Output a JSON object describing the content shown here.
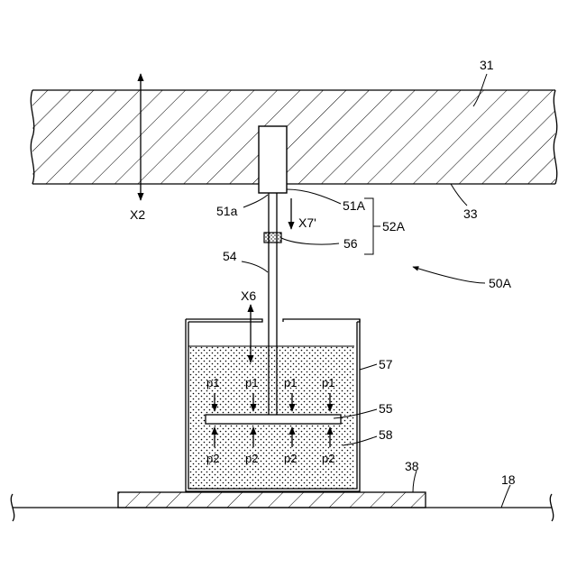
{
  "labels": {
    "ref_31": "31",
    "ref_33": "33",
    "ref_x2": "X2",
    "ref_51a": "51a",
    "ref_51A": "51A",
    "ref_x7p": "X7'",
    "ref_52A": "52A",
    "ref_56": "56",
    "ref_54": "54",
    "ref_50A": "50A",
    "ref_x6": "X6",
    "ref_57": "57",
    "ref_55": "55",
    "ref_58": "58",
    "ref_38": "38",
    "ref_18": "18"
  },
  "pressure_labels": {
    "upper": [
      "p1",
      "p1",
      "p1",
      "p1"
    ],
    "lower": [
      "p2",
      "p2",
      "p2",
      "p2"
    ]
  }
}
